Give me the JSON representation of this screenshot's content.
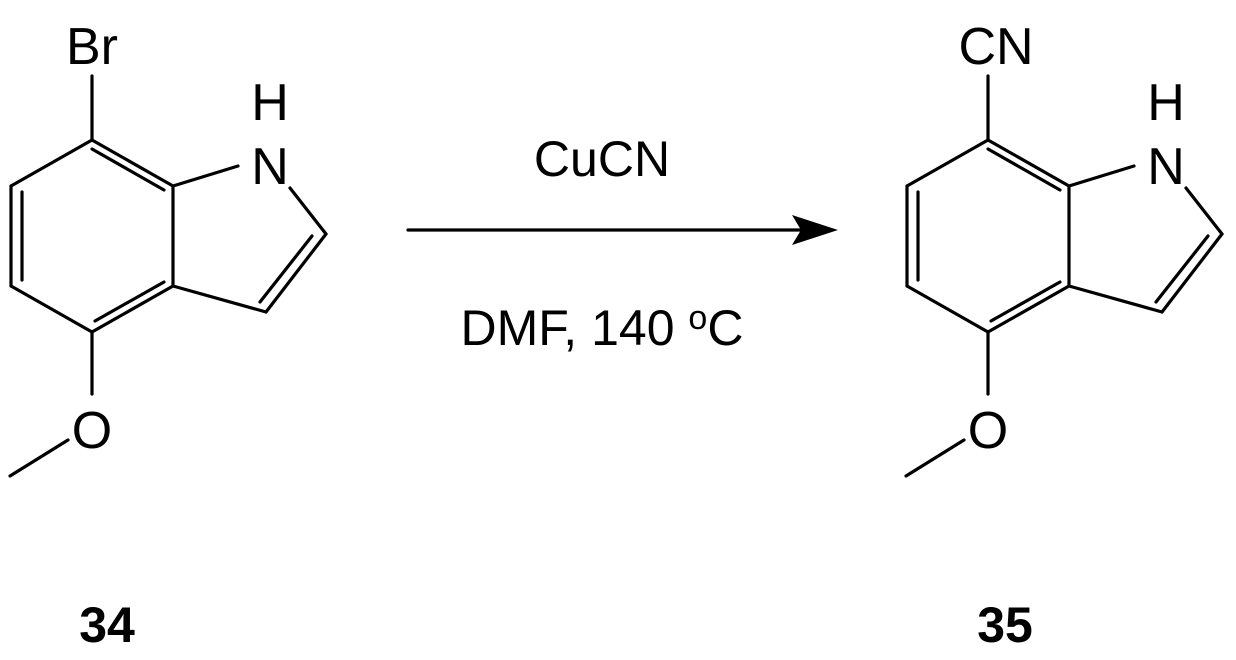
{
  "scheme": {
    "reactant": {
      "number": "34",
      "substituent_top": "Br",
      "nh_h": "H",
      "nh_n": "N",
      "oxygen": "O"
    },
    "product": {
      "number": "35",
      "substituent_top": "CN",
      "nh_h": "H",
      "nh_n": "N",
      "oxygen": "O"
    },
    "conditions": {
      "above_arrow": "CuCN",
      "below_arrow_text": "DMF, 140 ",
      "degree_symbol": "o",
      "temperature_unit": "C"
    }
  }
}
